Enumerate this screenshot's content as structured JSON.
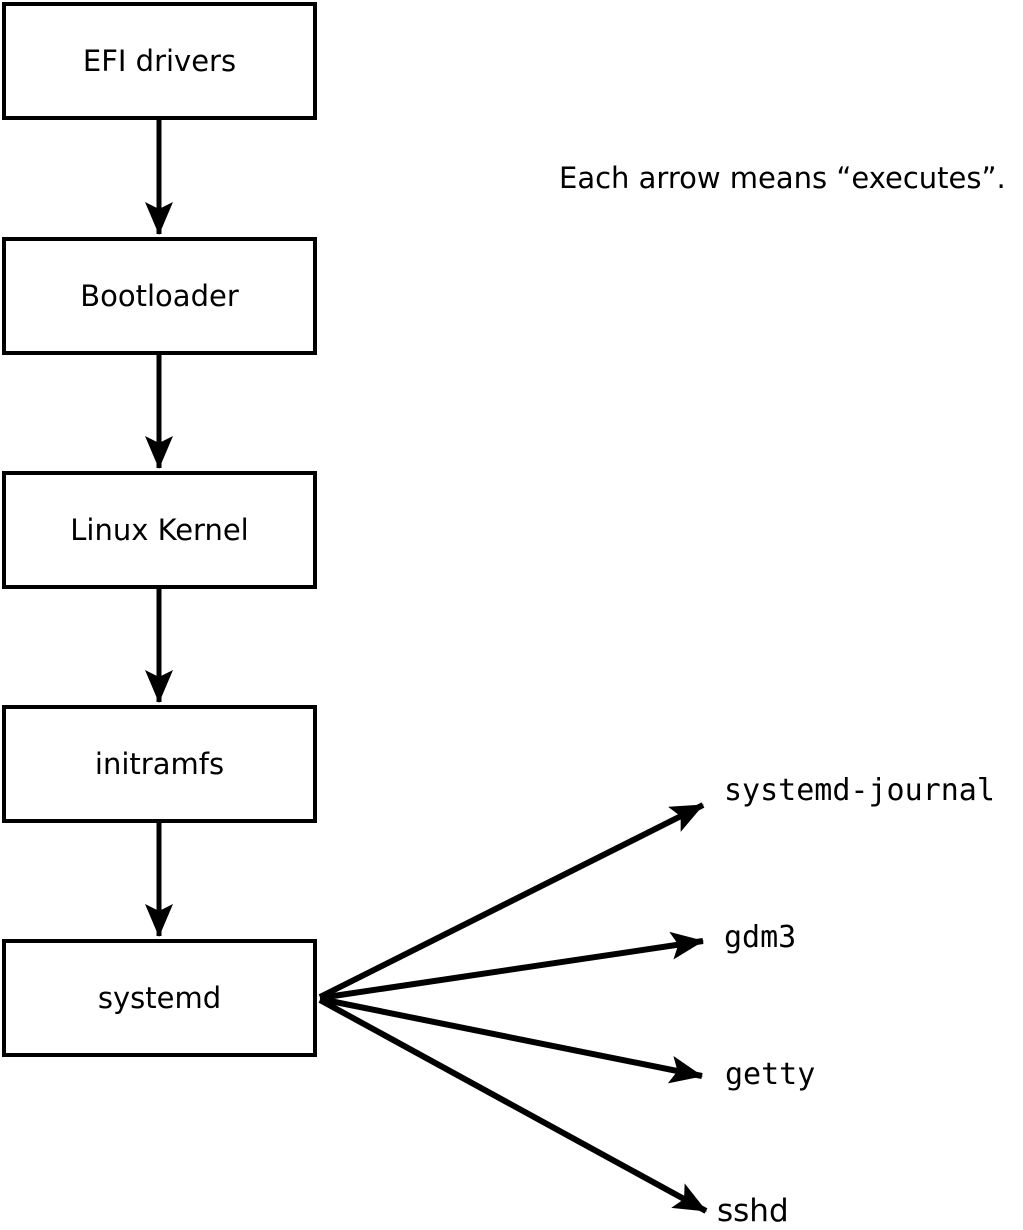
{
  "diagram": {
    "caption": "Each arrow means “executes”.",
    "chain": [
      {
        "label": "EFI drivers"
      },
      {
        "label": "Bootloader"
      },
      {
        "label": "Linux Kernel"
      },
      {
        "label": "initramfs"
      },
      {
        "label": "systemd"
      }
    ],
    "spawned": [
      {
        "label": "systemd-journal"
      },
      {
        "label": "gdm3"
      },
      {
        "label": "getty"
      },
      {
        "label": "sshd"
      }
    ],
    "colors": {
      "background": "#ffffff",
      "box_fill": "#ffffff",
      "box_border": "#000000",
      "line": "#000000",
      "text": "#000000"
    }
  }
}
